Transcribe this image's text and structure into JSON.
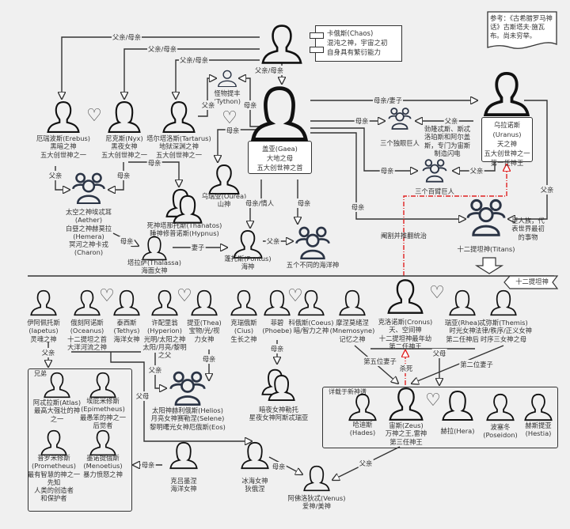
{
  "reference_note": "参考：《古希腊罗马神话》古斯塔夫·施瓦布。尚未穷举。",
  "chaos": {
    "lines": [
      "卡俄斯(Chaos)",
      "混沌之神，宇宙之初",
      "自身具有繁衍能力"
    ]
  },
  "section_tag": "十二提坦神",
  "iapetus_box_label": "兄弟",
  "olympian_box_label": "详载于新神谱",
  "uranus_box": [
    "乌拉诺斯(Uranus)",
    "天之神",
    "五大创世神之一",
    "第一任神王"
  ],
  "gaea_box": [
    "盖亚(Gaea)",
    "大地之母",
    "五大创世神之首"
  ],
  "nodes": [
    {
      "id": "erebus",
      "lines": [
        "厄瑞波斯(Erebus)",
        "黑暗之神",
        "五大创世神之一"
      ]
    },
    {
      "id": "nyx",
      "lines": [
        "尼克斯(Nyx)",
        "黑夜女神",
        "五大创世神之一"
      ]
    },
    {
      "id": "tartarus",
      "lines": [
        "塔尔塔洛斯(Tartarus)",
        "地狱深渊之神",
        "五大创世神之一"
      ]
    },
    {
      "id": "typhon",
      "lines": [
        "怪物提丰",
        "(Tython)"
      ]
    },
    {
      "id": "ourea",
      "lines": [
        "乌瑞亚(Ourea)",
        "山神"
      ]
    },
    {
      "id": "aether",
      "lines": [
        "太空之神埃忒耳",
        "(Aether)",
        "白昼之神赫莫拉",
        "(Hemera)",
        "冥河之神卡戎",
        "(Charon)"
      ]
    },
    {
      "id": "thanatos",
      "lines": [
        "死神塔那托斯(Thanatos)",
        "睡神修普诺斯(Hypnus)"
      ]
    },
    {
      "id": "thalassa",
      "lines": [
        "塔拉萨(Thalassa)",
        "海面女神"
      ]
    },
    {
      "id": "pontus",
      "lines": [
        "蓬托斯(Pontus)",
        "海神"
      ]
    },
    {
      "id": "seagods",
      "lines": [
        "五个不同的海洋神"
      ]
    },
    {
      "id": "cyclopes",
      "lines": [
        "三个独眼巨人"
      ]
    },
    {
      "id": "cyclopes_note",
      "lines": [
        "勃隆忒斯、斯忒",
        "洛珀斯和阿尔盖",
        "斯，专门为宙斯",
        "制造闪电"
      ]
    },
    {
      "id": "hundred",
      "lines": [
        "三个百臂巨人"
      ]
    },
    {
      "id": "titans",
      "lines": [
        "十二提坦神(Titans)"
      ]
    },
    {
      "id": "titans_note",
      "lines": [
        "巨人族，代",
        "表世界最初",
        "的事物"
      ]
    },
    {
      "id": "chaos_icon",
      "lines": []
    },
    {
      "id": "gaea",
      "lines": []
    },
    {
      "id": "uranus",
      "lines": []
    },
    {
      "id": "iapetus",
      "lines": [
        "伊阿佩托斯",
        "(Iapetus)",
        "灵魂之神"
      ]
    },
    {
      "id": "oceanus",
      "lines": [
        "俄刻阿诺斯",
        "(Oceanus)",
        "十二提坦之首",
        "大洋河流之神"
      ]
    },
    {
      "id": "tethys",
      "lines": [
        "泰西斯",
        "(Tethys)",
        "海洋女神"
      ]
    },
    {
      "id": "hyperion",
      "lines": [
        "许配里翁",
        "(Hyperion)",
        "光明/太阳之神",
        "太阳/月亮/黎明",
        "之父"
      ]
    },
    {
      "id": "thea",
      "lines": [
        "提亚(Thea)",
        "宝物/光/视",
        "力女神"
      ]
    },
    {
      "id": "cius",
      "lines": [
        "克瑞俄斯",
        "(Cius)",
        "生长之神"
      ]
    },
    {
      "id": "phoebe",
      "lines": [
        "菲碧",
        "(Phoebe)"
      ]
    },
    {
      "id": "coeus",
      "lines": [
        "科俄斯(Coeus)",
        "暗/智力之神"
      ]
    },
    {
      "id": "mnemosyne",
      "lines": [
        "摩涅莫绪涅",
        "(Mnemosyne)",
        "记忆之神"
      ]
    },
    {
      "id": "cronus",
      "lines": [
        "克洛诺斯(Cronus)",
        "天、空间神",
        "十二提坦神最年幼",
        "第二任神王"
      ]
    },
    {
      "id": "rhea",
      "lines": [
        "瑞亚(Rhea)",
        "时光女神",
        "第二任神后"
      ]
    },
    {
      "id": "themis",
      "lines": [
        "忒弥斯(Themis)",
        "法律/秩序/正义女神",
        "时序三女神之母"
      ]
    },
    {
      "id": "atlas",
      "lines": [
        "阿忒拉斯(Atlas)",
        "最高大强壮的神",
        "之一"
      ]
    },
    {
      "id": "epimetheus",
      "lines": [
        "埃庇米修斯",
        "(Epimetheus)",
        "最愚笨的神之一",
        "后觉者"
      ]
    },
    {
      "id": "prometheus",
      "lines": [
        "普罗米修斯",
        "(Prometheus)",
        "最有智慧的神之一",
        "先知",
        "人类的创造者",
        "和保护者"
      ]
    },
    {
      "id": "menoetius",
      "lines": [
        "墨诺提俄斯",
        "(Menoetius)",
        "暴力愤怒之神"
      ]
    },
    {
      "id": "helios",
      "lines": [
        "太阳神赫利俄斯(Helios)",
        "月亮女神赛勒涅(Selene)",
        "黎明曙光女神厄俄斯(Eos)"
      ]
    },
    {
      "id": "leto",
      "lines": [
        "暗夜女神勒托",
        "星夜女神阿斯忒瑞亚"
      ]
    },
    {
      "id": "clymene",
      "lines": [
        "克吕墨涅",
        "海洋女神"
      ]
    },
    {
      "id": "dione",
      "lines": [
        "冰海女神",
        "狄俄涅"
      ]
    },
    {
      "id": "venus",
      "lines": [
        "阿佛洛狄忒(Venus)",
        "爱神/美神"
      ]
    },
    {
      "id": "hades",
      "lines": [
        "哈迪斯",
        "(Hades)"
      ]
    },
    {
      "id": "zeus",
      "lines": [
        "宙斯(Zeus)",
        "万神之王,雷神",
        "第三任神王"
      ]
    },
    {
      "id": "hera",
      "lines": [
        "赫拉(Hera)"
      ]
    },
    {
      "id": "poseidon",
      "lines": [
        "波塞冬",
        "(Poseidon)"
      ]
    },
    {
      "id": "hestia",
      "lines": [
        "赫斯提亚",
        "(Hestia)"
      ]
    }
  ],
  "edge_labels": [
    "父亲/母亲",
    "父亲/母亲",
    "父亲/母亲",
    "父亲/母亲",
    "父亲",
    "母亲",
    "母亲",
    "父亲",
    "母亲",
    "母亲",
    "母亲",
    "妻子",
    "母亲/情人",
    "母亲",
    "父亲",
    "母亲/妻子",
    "母亲",
    "父亲",
    "母亲",
    "父亲",
    "母亲",
    "父亲",
    "阉割并推翻统治",
    "父亲",
    "父母",
    "父亲",
    "母亲",
    "母亲",
    "母亲",
    "母亲",
    "第五位妻子",
    "杀死",
    "父母",
    "第二位妻子",
    "父亲"
  ],
  "colors": {
    "background": "#f0f0f0",
    "line": "#333333",
    "group_icon": "#2b3445",
    "kill_line": "#e02020"
  }
}
